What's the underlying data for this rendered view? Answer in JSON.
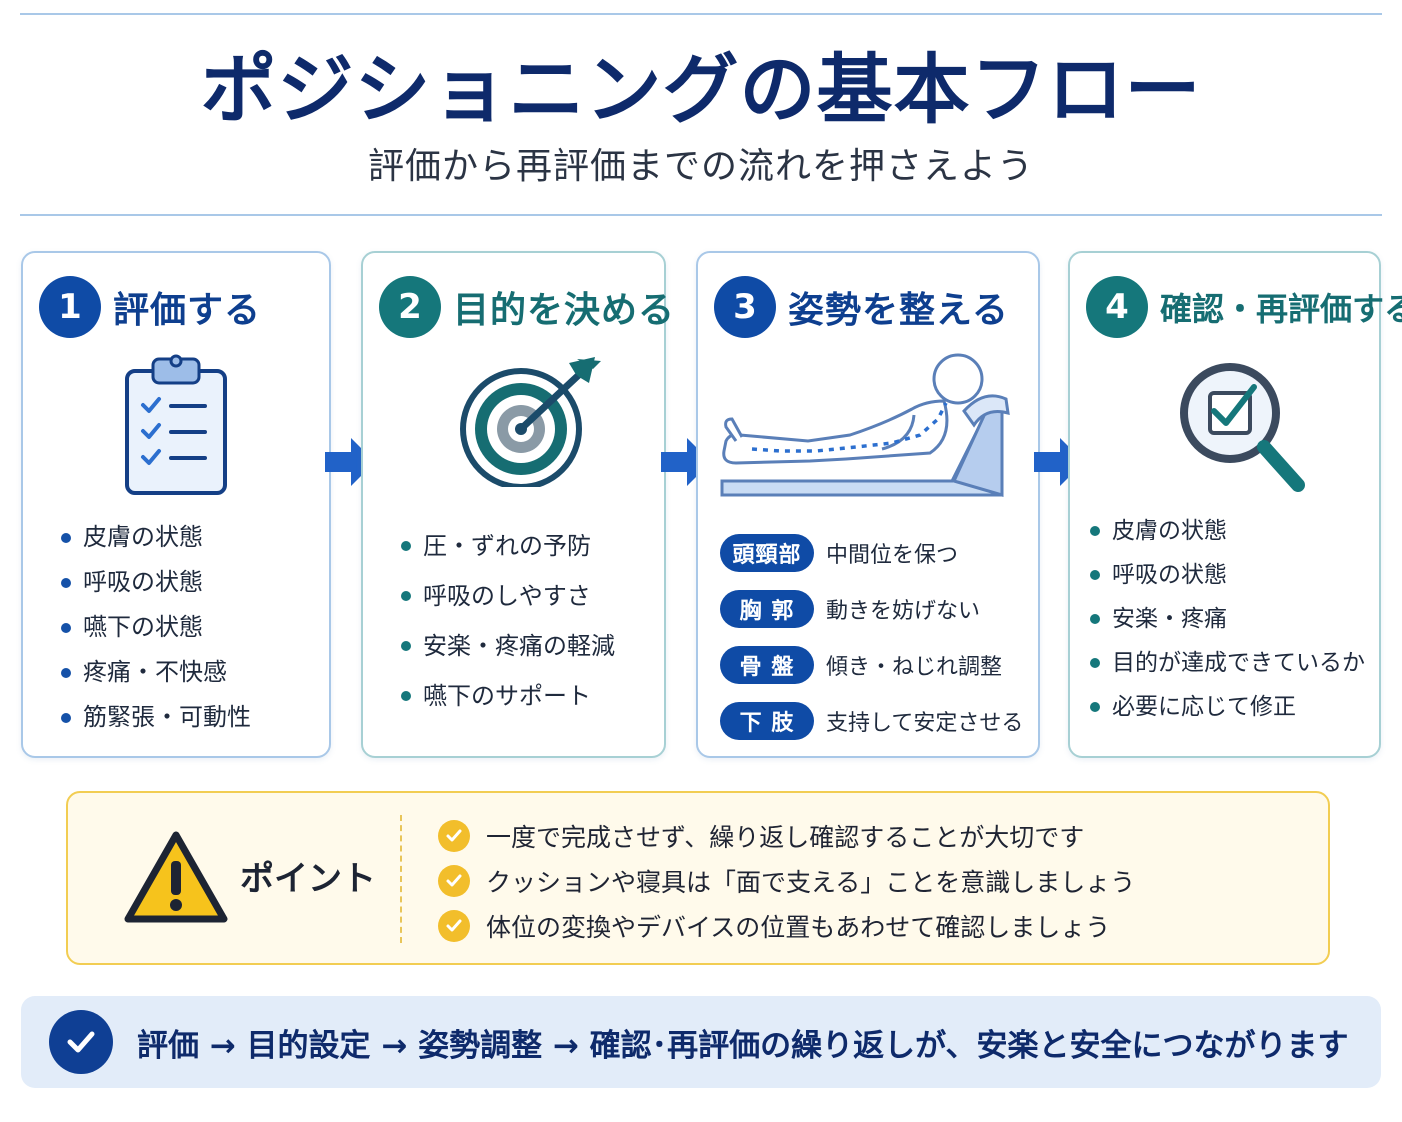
{
  "header": {
    "title": "ポジショニングの基本フロー",
    "subtitle": "評価から再評価までの流れを押さえよう"
  },
  "steps": [
    {
      "number": "1",
      "title": "評価する",
      "icon": "clipboard-checklist-icon",
      "items": [
        "皮膚の状態",
        "呼吸の状態",
        "嚥下の状態",
        "疼痛・不快感",
        "筋緊張・可動性"
      ]
    },
    {
      "number": "2",
      "title": "目的を決める",
      "icon": "target-arrow-icon",
      "items": [
        "圧・ずれの予防",
        "呼吸のしやすさ",
        "安楽・疼痛の軽減",
        "嚥下のサポート"
      ]
    },
    {
      "number": "3",
      "title": "姿勢を整える",
      "icon": "reclining-patient-icon",
      "parts": [
        {
          "tag": "頭頸部",
          "desc": "中間位を保つ"
        },
        {
          "tag": "胸 郭",
          "desc": "動きを妨げない"
        },
        {
          "tag": "骨 盤",
          "desc": "傾き・ねじれ調整"
        },
        {
          "tag": "下 肢",
          "desc": "支持して安定させる"
        }
      ]
    },
    {
      "number": "4",
      "title": "確認・再評価する",
      "icon": "magnifier-check-icon",
      "items": [
        "皮膚の状態",
        "呼吸の状態",
        "安楽・疼痛",
        "目的が達成できているか",
        "必要に応じて修正"
      ]
    }
  ],
  "point": {
    "label": "ポイント",
    "icon": "warning-icon",
    "items": [
      "一度で完成させず、繰り返し確認することが大切です",
      "クッションや寝具は「面で支える」ことを意識しましょう",
      "体位の変換やデバイスの位置もあわせて確認しましょう"
    ]
  },
  "summary": {
    "icon": "check-circle-icon",
    "text": "評価 → 目的設定 → 姿勢調整 → 確認･再評価の繰り返しが、安楽と安全につながります"
  },
  "colors": {
    "navy": "#0e2a6b",
    "blue": "#0f4ba6",
    "teal": "#15777b",
    "point_border": "#f2cd52",
    "point_bg": "#fffaeb",
    "summary_bg": "#e2ecf9"
  }
}
